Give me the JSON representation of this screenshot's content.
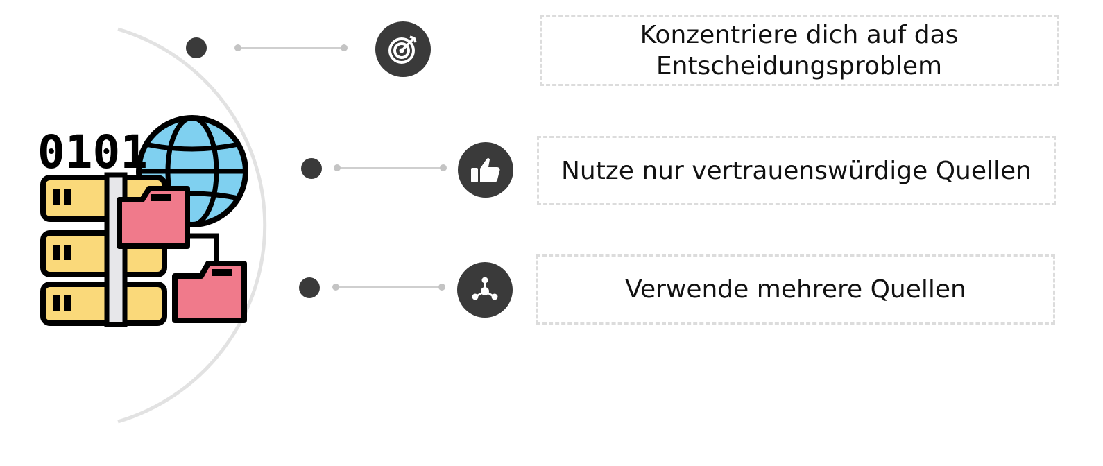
{
  "items": [
    {
      "text": "Konzentriere dich auf das Entscheidungsproblem",
      "icon": "target-icon"
    },
    {
      "text": "Nutze nur vertrauenswürdige Quellen",
      "icon": "thumbs-up-icon"
    },
    {
      "text": "Verwende mehrere Quellen",
      "icon": "network-icon"
    }
  ],
  "hero": {
    "binary_text": "0101",
    "icon": "database-globe-folders-icon"
  },
  "colors": {
    "dark": "#3a3a3a",
    "line": "#cfcfcf",
    "arc": "#e2e2e2",
    "server_yellow": "#fad97a",
    "folder_red": "#f07a8b",
    "globe_blue": "#7fd0f0"
  }
}
